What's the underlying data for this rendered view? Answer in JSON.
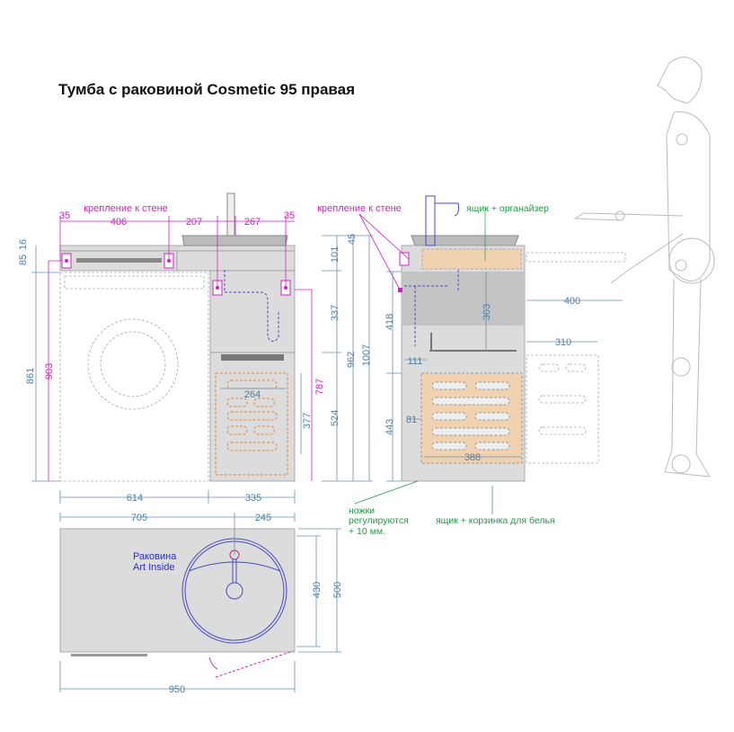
{
  "title": "Тумба с раковиной Cosmetic 95 правая",
  "labels": {
    "wall_mount_front": "крепление к стене",
    "wall_mount_side": "крепление к стене",
    "drawer_organizer": "ящик + органайзер",
    "legs_line1": "ножки",
    "legs_line2": "регулируются",
    "legs_line3": "+ 10 мм.",
    "drawer_basket": "ящик + корзинка для белья",
    "sink_line1": "Раковина",
    "sink_line2": "Art Inside"
  },
  "front_view": {
    "d35a": "35",
    "d406": "406",
    "d207": "207",
    "d267": "267",
    "d35b": "35",
    "d16": "16",
    "d85": "85",
    "d861": "861",
    "d903": "903",
    "d45": "45",
    "d101": "101",
    "d337": "337",
    "d524": "524",
    "d962": "962",
    "d1007": "1007",
    "d787": "787",
    "d377": "377",
    "d264": "264",
    "d614": "614",
    "d335": "335"
  },
  "side_view": {
    "d418": "418",
    "d443": "443",
    "d303": "303",
    "d111": "111",
    "d81": "81",
    "d388": "388",
    "d400": "400",
    "d310": "310"
  },
  "top_view": {
    "d705": "705",
    "d245": "245",
    "d430": "430",
    "d500": "500",
    "d950": "950"
  },
  "colors": {
    "dimension": "#4d7fa0",
    "mount": "#d21ec8",
    "note": "#1f9a45",
    "basket": "#f0d2b0"
  }
}
